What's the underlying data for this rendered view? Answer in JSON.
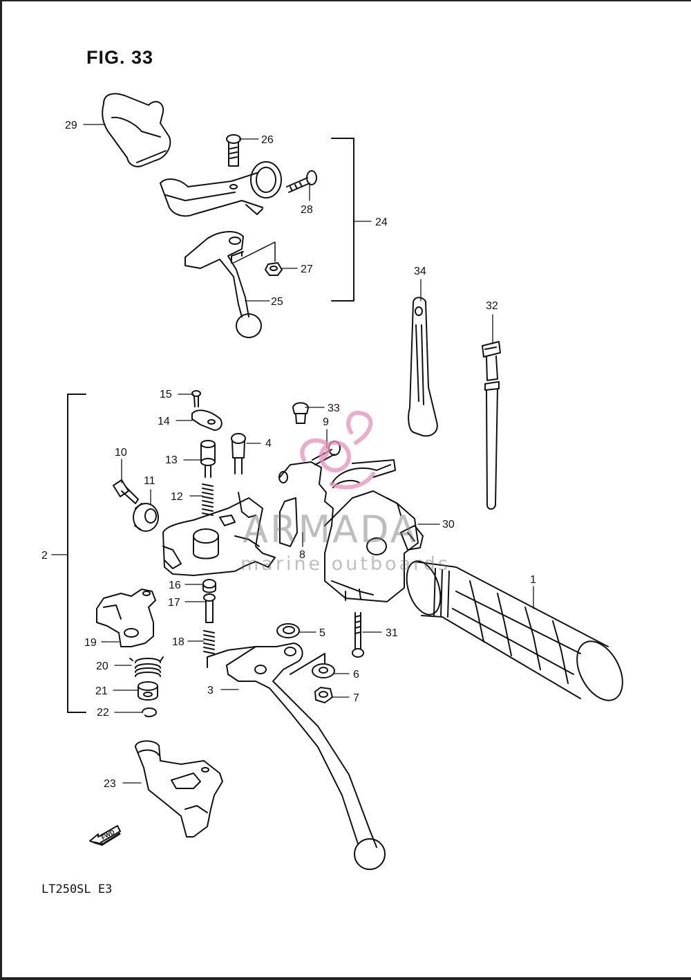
{
  "figure": {
    "title": "FIG. 33",
    "model_code": "LT250SL  E3",
    "direction_tag": "FWD"
  },
  "watermark": {
    "brand": "ARMADA",
    "tagline": "marine outboards",
    "accent_color": "#e58fb8"
  },
  "callouts": [
    "1",
    "2",
    "3",
    "4",
    "5",
    "6",
    "7",
    "8",
    "9",
    "10",
    "11",
    "12",
    "13",
    "14",
    "15",
    "16",
    "17",
    "18",
    "19",
    "20",
    "21",
    "22",
    "23",
    "24",
    "25",
    "26",
    "27",
    "28",
    "29",
    "30",
    "31",
    "32",
    "33",
    "34"
  ],
  "icons": [
    "fwd-arrow-icon",
    "armada-logo-icon"
  ]
}
